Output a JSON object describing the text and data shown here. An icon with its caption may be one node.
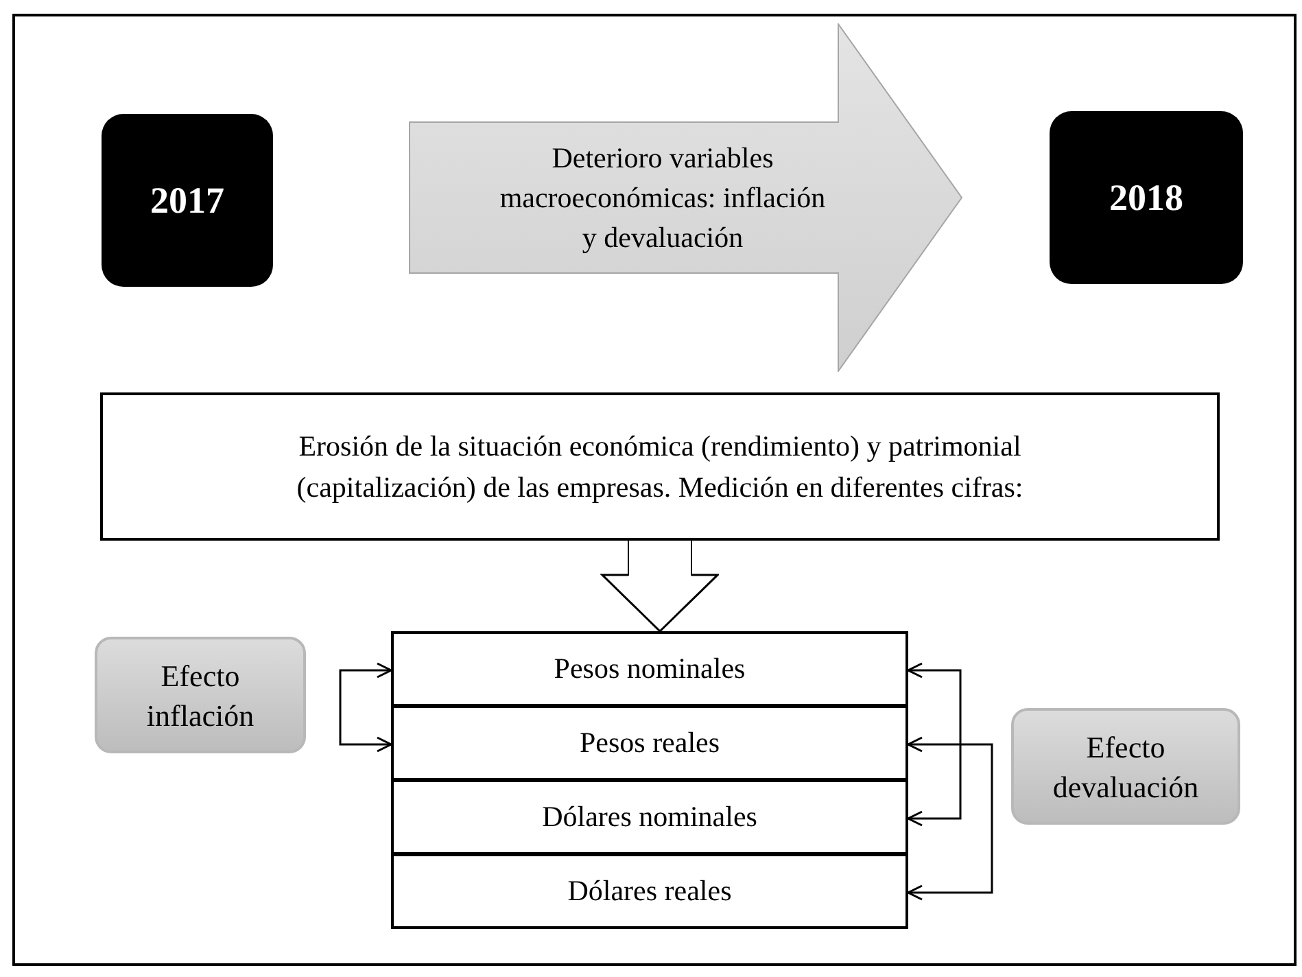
{
  "diagram": {
    "nodes": [
      {
        "text": [
          "2017"
        ]
      },
      {
        "text": [
          "Deterioro variables macroeconómicas: inflación y devaluación"
        ]
      },
      {
        "text": [
          "2018"
        ]
      },
      {
        "text": [
          "Erosión de la situación económica (rendimiento) y patrimonial (capitalización) de las empresas. Medición en diferentes cifras:"
        ]
      },
      {
        "text": [
          "Pesos nominales"
        ]
      },
      {
        "text": [
          "Pesos reales"
        ]
      },
      {
        "text": [
          "Dólares nominales"
        ]
      },
      {
        "text": [
          "Dólares reales"
        ]
      },
      {
        "text": [
          "Efecto inflación"
        ]
      },
      {
        "text": [
          "Efecto devaluación"
        ]
      }
    ],
    "edges": [
      {
        "from": 3,
        "to": 4,
        "arrow": "to"
      },
      {
        "from": 4,
        "to": 5,
        "arrow": "both"
      },
      {
        "from": 4,
        "to": 6,
        "arrow": "both"
      },
      {
        "from": 5,
        "to": 7,
        "arrow": "both"
      }
    ]
  }
}
